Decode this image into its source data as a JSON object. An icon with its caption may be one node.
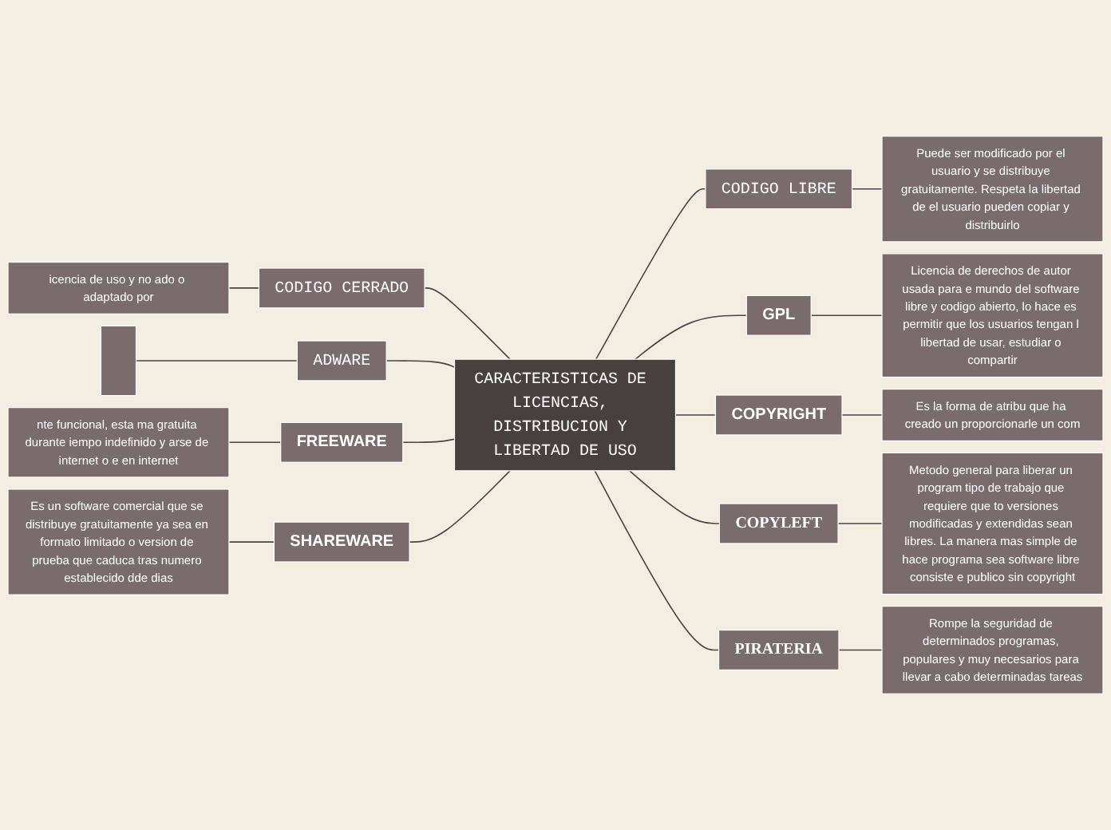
{
  "diagram": {
    "nodes": [
      {
        "text": [
          "CARACTERISTICAS DE LICENCIAS, DISTRIBUCION Y LIBERTAD DE USO"
        ]
      },
      {
        "text": [
          "CODIGO LIBRE"
        ]
      },
      {
        "text": [
          "Puede ser modificado por el usuario y se distribuye gratuitamente. Respeta la libertad de el usuario pueden copiar y distribuirlo"
        ]
      },
      {
        "text": [
          "CODIGO CERRADO"
        ]
      },
      {
        "text": [
          "icencia de uso y no ado o adaptado por"
        ]
      },
      {
        "text": [
          "GPL"
        ]
      },
      {
        "text": [
          "Licencia de derechos de autor usada para e mundo del software libre y codigo abierto, lo hace es permitir que los usuarios tengan l libertad de usar, estudiar o compartir"
        ]
      },
      {
        "text": [
          "ADWARE"
        ]
      },
      {
        "text": [],
        "shape": "box"
      },
      {
        "text": [
          "COPYRIGHT"
        ]
      },
      {
        "text": [
          "Es la forma de atribu que ha creado un proporcionarle un com"
        ]
      },
      {
        "text": [
          "FREEWARE"
        ]
      },
      {
        "text": [
          "nte funcional, esta ma gratuita durante iempo indefinido y arse de internet o e en internet"
        ]
      },
      {
        "text": [
          "COPYLEFT"
        ]
      },
      {
        "text": [
          "Metodo general para liberar un program tipo de trabajo que requiere que to versiones modificadas y extendidas sean libres. La manera mas simple de hace programa sea software libre consiste e publico sin copyright"
        ]
      },
      {
        "text": [
          "PIRATERIA"
        ]
      },
      {
        "text": [
          "Rompe la seguridad de determinados programas, populares y muy necesarios para llevar a cabo determinadas tareas"
        ]
      },
      {
        "text": [
          "SHAREWARE"
        ]
      },
      {
        "text": [
          "Es un software comercial que se distribuye gratuitamente ya sea en formato limitado o version de prueba que caduca tras numero establecido dde dias"
        ]
      }
    ],
    "edges": [
      {
        "from": 0,
        "to": 1,
        "arrow": "none"
      },
      {
        "from": 1,
        "to": 2,
        "arrow": "none"
      },
      {
        "from": 4,
        "to": 3,
        "arrow": "none"
      },
      {
        "from": 3,
        "to": 0,
        "arrow": "none"
      },
      {
        "from": 0,
        "to": 5,
        "arrow": "none"
      },
      {
        "from": 5,
        "to": 6,
        "arrow": "none"
      },
      {
        "from": 8,
        "to": 7,
        "arrow": "none"
      },
      {
        "from": 7,
        "to": 0,
        "arrow": "none"
      },
      {
        "from": 0,
        "to": 9,
        "arrow": "none"
      },
      {
        "from": 9,
        "to": 10,
        "arrow": "none"
      },
      {
        "from": 12,
        "to": 11,
        "arrow": "none"
      },
      {
        "from": 11,
        "to": 0,
        "arrow": "none"
      },
      {
        "from": 0,
        "to": 13,
        "arrow": "none"
      },
      {
        "from": 13,
        "to": 14,
        "arrow": "none"
      },
      {
        "from": 0,
        "to": 15,
        "arrow": "none"
      },
      {
        "from": 15,
        "to": 16,
        "arrow": "none"
      },
      {
        "from": 18,
        "to": 17,
        "arrow": "none"
      },
      {
        "from": 17,
        "to": 0,
        "arrow": "none"
      }
    ]
  }
}
